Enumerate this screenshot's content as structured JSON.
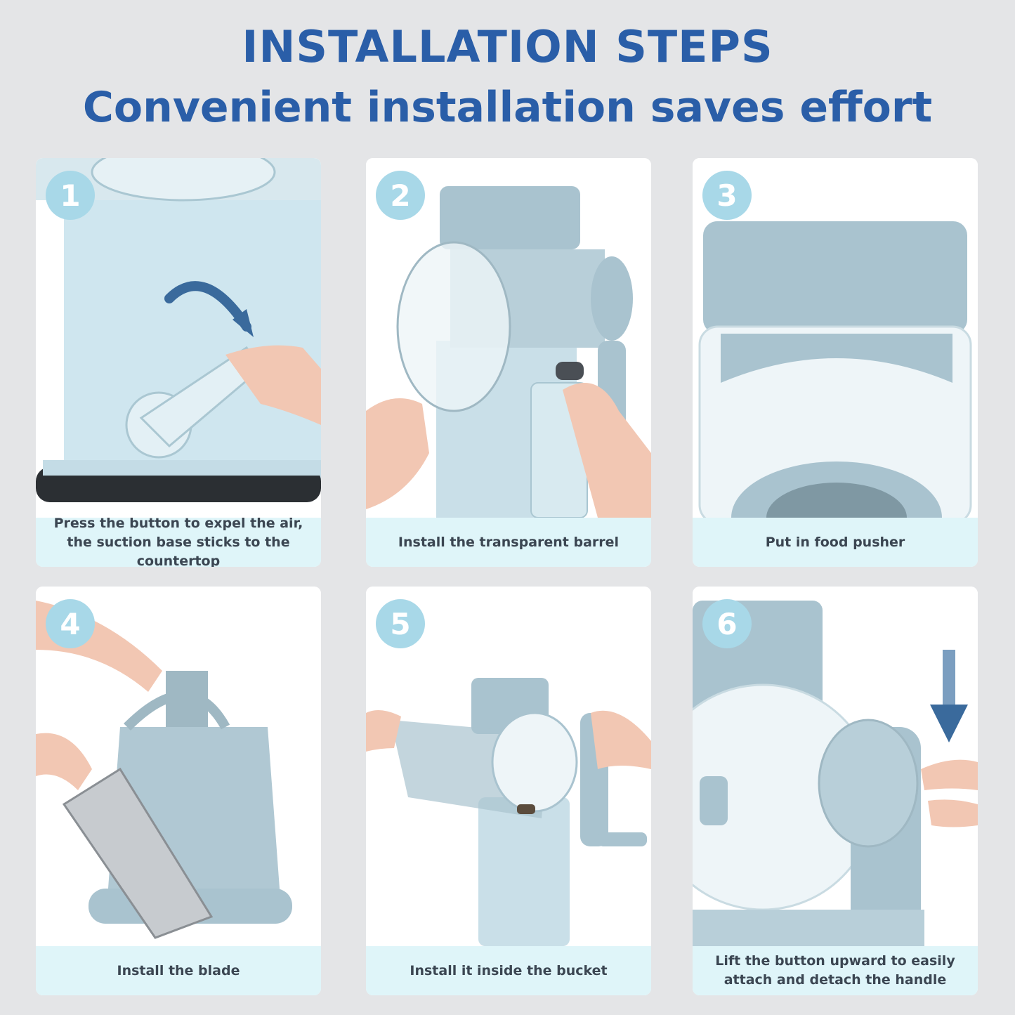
{
  "header": {
    "title": "INSTALLATION STEPS",
    "subtitle": "Convenient installation saves effort"
  },
  "colors": {
    "accent": "#2a5ea8",
    "badge": "#a8d8e8",
    "caption_bg": "#dff5f9",
    "product": "#b9d3dd"
  },
  "steps": [
    {
      "number": "1",
      "caption": "Press the button to expel the air, the suction base sticks to the countertop"
    },
    {
      "number": "2",
      "caption": "Install the transparent barrel"
    },
    {
      "number": "3",
      "caption": "Put in food pusher"
    },
    {
      "number": "4",
      "caption": "Install the blade"
    },
    {
      "number": "5",
      "caption": "Install it inside the bucket"
    },
    {
      "number": "6",
      "caption": "Lift the button upward to easily attach and detach the handle"
    }
  ]
}
